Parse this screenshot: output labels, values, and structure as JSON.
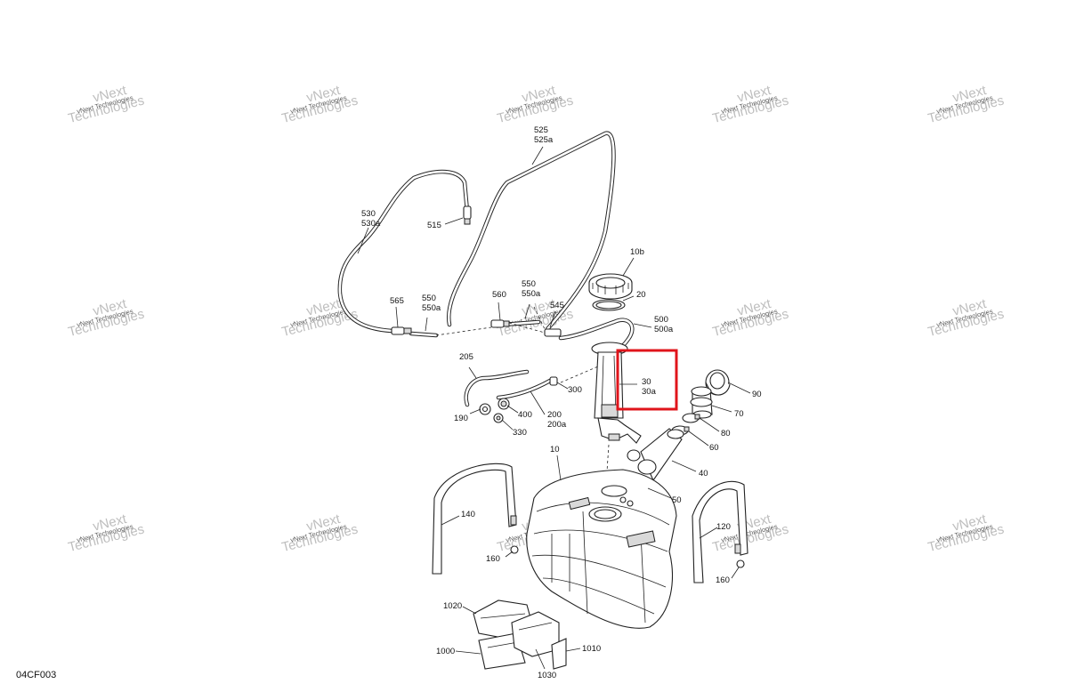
{
  "diagram": {
    "code": "04CF003",
    "highlight_color": "#e0141b",
    "watermark": {
      "line1": "vNext",
      "line2": "Technologies",
      "combined": "vNext Technologies"
    },
    "labels": {
      "l525": "525",
      "l525a": "525a",
      "l530": "530",
      "l530a": "530a",
      "l515": "515",
      "l10b": "10b",
      "l20": "20",
      "l560": "560",
      "l550_mid": "550",
      "l550a_mid": "550a",
      "l545": "545",
      "l565": "565",
      "l550_left": "550",
      "l550a_left": "550a",
      "l500": "500",
      "l500a": "500a",
      "l205": "205",
      "l300": "300",
      "l30": "30",
      "l30a": "30a",
      "l90": "90",
      "l70": "70",
      "l80": "80",
      "l60": "60",
      "l190": "190",
      "l400": "400",
      "l200": "200",
      "l200a": "200a",
      "l330": "330",
      "l10": "10",
      "l40": "40",
      "l50": "50",
      "l140": "140",
      "l120": "120",
      "l160_left": "160",
      "l160_right": "160",
      "l1020": "1020",
      "l1000": "1000",
      "l1010": "1010",
      "l1030": "1030"
    }
  }
}
